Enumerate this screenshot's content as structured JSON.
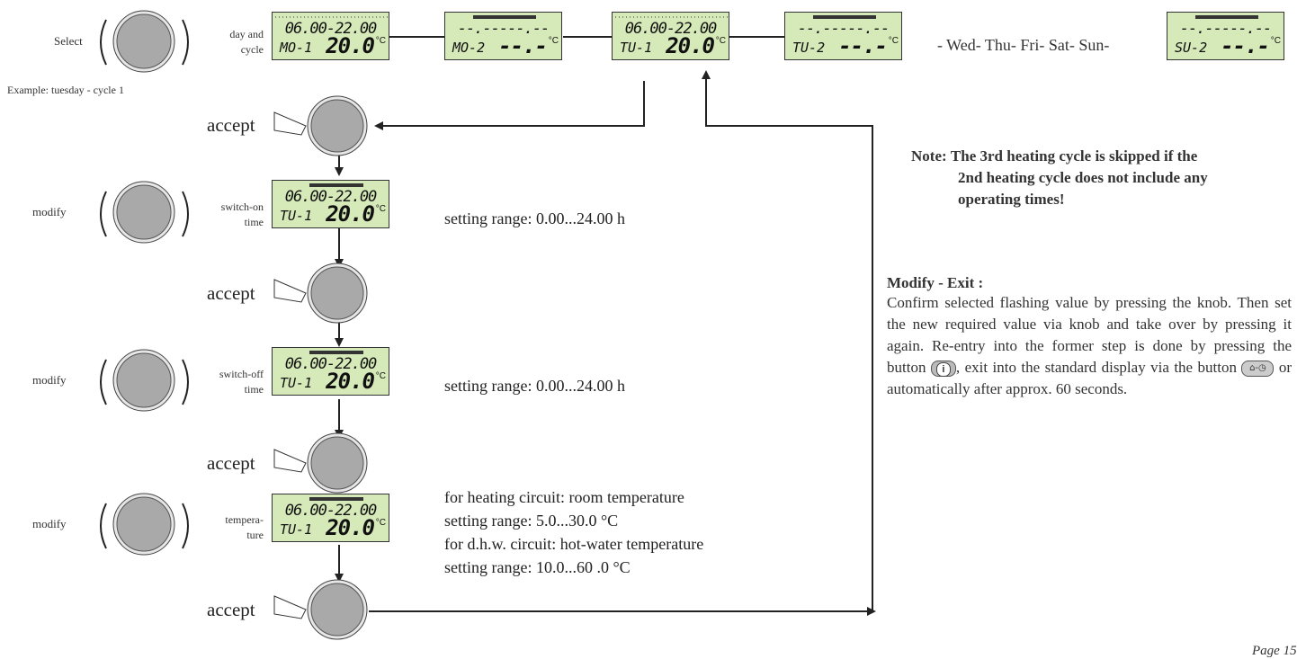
{
  "labels": {
    "select": "Select",
    "example": "Example: tuesday - cycle 1",
    "modify": "modify",
    "day_and_cycle_1": "day and",
    "day_and_cycle_2": "cycle",
    "switch_on_1": "switch-on",
    "switch_on_2": "time",
    "switch_off_1": "switch-off",
    "switch_off_2": "time",
    "temperature_1": "tempera-",
    "temperature_2": "ture",
    "accept": "accept",
    "days_between": "- Wed- Thu- Fri- Sat- Sun-"
  },
  "displays": {
    "mo1": {
      "time": "06.00-22.00",
      "cycle": "MO-1",
      "temp": "20.0",
      "unit": "°C"
    },
    "mo2": {
      "time": "--.-----.--",
      "cycle": "MO-2",
      "temp": "--.-",
      "unit": "°C"
    },
    "tu1": {
      "time": "06.00-22.00",
      "cycle": "TU-1",
      "temp": "20.0",
      "unit": "°C"
    },
    "tu2": {
      "time": "--.-----.--",
      "cycle": "TU-2",
      "temp": "--.-",
      "unit": "°C"
    },
    "su2": {
      "time": "--.-----.--",
      "cycle": "SU-2",
      "temp": "--.-",
      "unit": "°C"
    },
    "on": {
      "time": "06.00-22.00",
      "cycle": "TU-1",
      "temp": "20.0",
      "unit": "°C"
    },
    "off": {
      "time": "06.00-22.00",
      "cycle": "TU-1",
      "temp": "20.0",
      "unit": "°C"
    },
    "temp": {
      "time": "06.00-22.00",
      "cycle": "TU-1",
      "temp": "20.0",
      "unit": "°C"
    }
  },
  "ranges": {
    "on": "setting range:  0.00...24.00 h",
    "off": "setting range:  0.00...24.00 h",
    "heat_title": "for heating circuit: room temperature",
    "heat_range": "setting range: 5.0...30.0 °C",
    "dhw_title": "for d.h.w. circuit: hot-water temperature",
    "dhw_range": "setting range: 10.0...60 .0 °C"
  },
  "note": {
    "prefix": "Note:",
    "line1": "The 3rd heating cycle is skipped if the",
    "line2": "2nd heating cycle does not include any",
    "line3": "operating times!"
  },
  "help": {
    "title": "Modify - Exit :",
    "p1": "Confirm selected flashing value by pressing the knob. Then set the new required value via knob and take over by pressing it again. Re-entry into the former step is done by pressing the button",
    "p2": ", exit into the standard display via the button",
    "p3": " or automatically after approx. 60 seconds.",
    "btn_info": "i",
    "btn_std": "⌂-◷"
  },
  "page": "Page 15"
}
